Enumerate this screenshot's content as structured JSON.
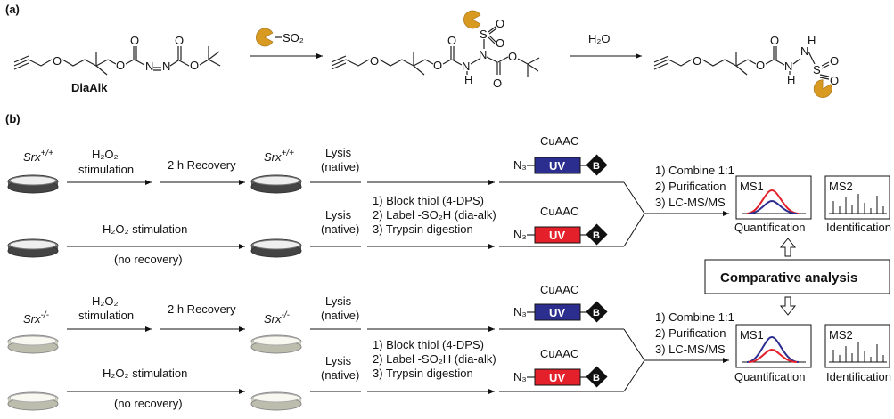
{
  "panel_a": {
    "label": "(a)",
    "reagent_name": "DiaAlk",
    "sulfinate": "SO₂⁻",
    "step2_reagent": "H₂O",
    "atoms": {
      "O": "O",
      "N": "N",
      "H": "H",
      "S": "S"
    }
  },
  "panel_b": {
    "label": "(b)",
    "genotype_wt": "Srx",
    "genotype_wt_sup": "+/+",
    "genotype_ko": "Srx",
    "genotype_ko_sup": "-/-",
    "h2o2_stim_line1": "H₂O₂",
    "h2o2_stim_line2": "stimulation",
    "h2o2_stim_single": "H₂O₂ stimulation",
    "no_recovery": "(no recovery)",
    "recovery": "2 h Recovery",
    "lysis": "Lysis",
    "native": "(native)",
    "steps": [
      "1) Block thiol (4-DPS)",
      "2) Label -SO₂H (dia-alk)",
      "3) Trypsin digestion"
    ],
    "cuaac": "CuAAC",
    "azide": "N₃",
    "uv": "UV",
    "biotin": "B",
    "combine_steps": [
      "1) Combine 1:1",
      "2) Purification",
      "3) LC-MS/MS"
    ],
    "ms1": "MS1",
    "ms2": "MS2",
    "quantification": "Quantification",
    "identification": "Identification",
    "comparative": "Comparative analysis"
  },
  "colors": {
    "heavy_tag": "#2b2e8f",
    "light_tag": "#e4202a",
    "probe_orange": "#d99a22",
    "biotin_black": "#111111"
  }
}
